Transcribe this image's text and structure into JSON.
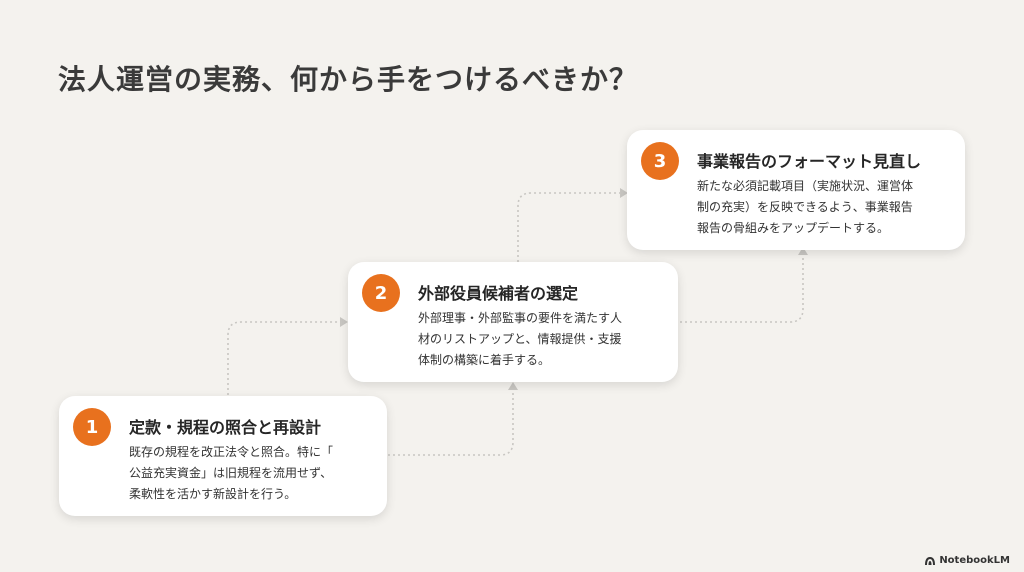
{
  "title": "法人運営の実務、何から手をつけるべきか？",
  "steps": [
    {
      "number": "1",
      "title": "定款・規程の照合と再設計",
      "body_lines": [
        "既存の規程を改正法令と照合。特に「",
        "公益充実資金」は旧規程を流用せず、",
        "柔軟性を活かす新設計を行う。"
      ]
    },
    {
      "number": "2",
      "title": "外部役員候補者の選定",
      "body_lines": [
        "外部理事・外部監事の要件を満たす人",
        "材のリストアップと、情報提供・支援",
        "体制の構築に着手する。"
      ]
    },
    {
      "number": "3",
      "title": "事業報告のフォーマット見直し",
      "body_lines": [
        "新たな必須記載項目（実施状況、運営体",
        "制の充実）を反映できるよう、事業報告",
        "報告の骨組みをアップデートする。"
      ]
    }
  ],
  "colors": {
    "accent": "#e8711e",
    "background": "#f4f2ee",
    "connector": "#c8c6c2"
  },
  "brand": {
    "icon": "notebooklm-icon",
    "label": "NotebookLM"
  }
}
